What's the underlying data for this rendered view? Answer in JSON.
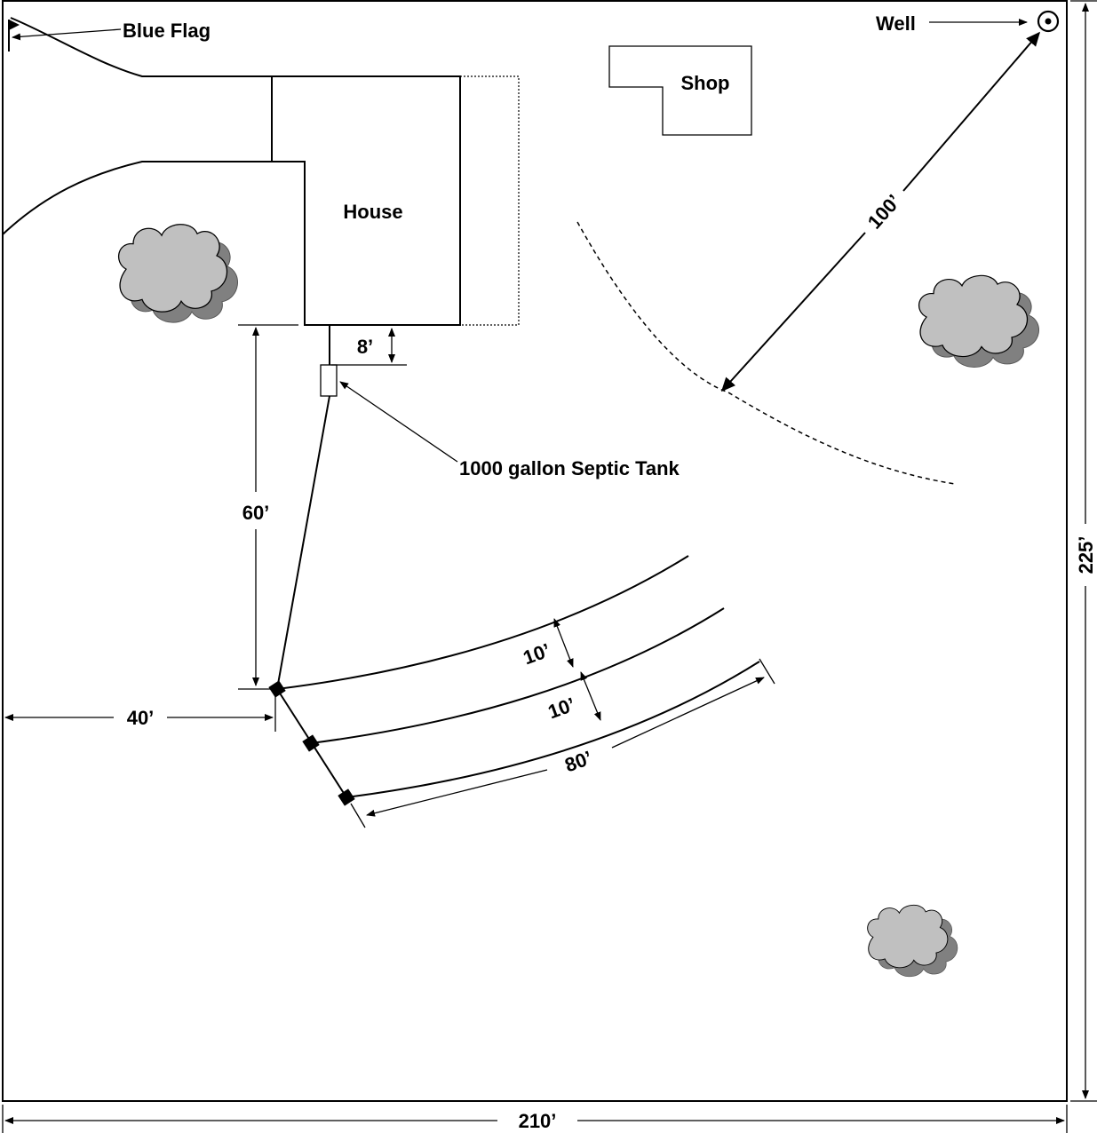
{
  "labels": {
    "blue_flag": "Blue Flag",
    "well": "Well",
    "shop": "Shop",
    "house": "House",
    "septic_tank": "1000 gallon Septic Tank"
  },
  "dimensions": {
    "house_to_tank": "8’",
    "house_to_distribution": "60’",
    "well_setback": "100’",
    "trench_spacing_1": "10’",
    "trench_spacing_2": "10’",
    "trench_length": "80’",
    "west_setback": "40’",
    "lot_width": "210’",
    "lot_depth": "225’"
  },
  "colors": {
    "tree_fill": "#c0c0c0",
    "tree_shadow": "#808080",
    "line": "#000000"
  }
}
